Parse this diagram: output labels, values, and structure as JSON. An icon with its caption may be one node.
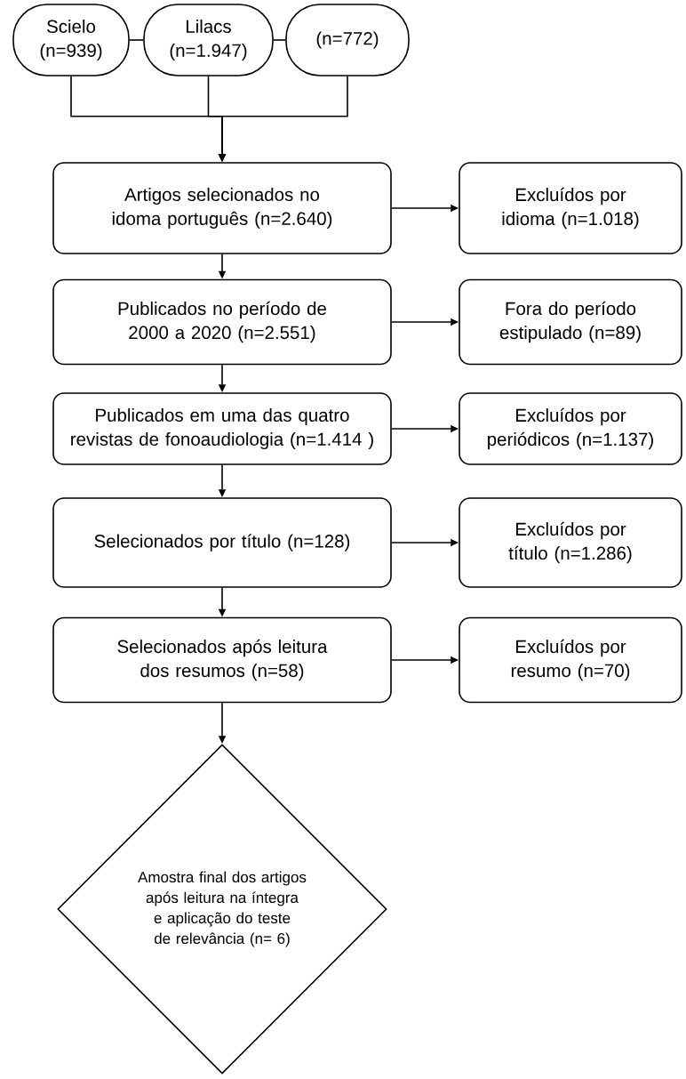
{
  "diagram": {
    "nodes": [
      {
        "text": [
          "Scielo (n=939)"
        ]
      },
      {
        "text": [
          "Lilacs (n=1.947)"
        ]
      },
      {
        "text": [
          "(n=772)"
        ]
      },
      {
        "text": [
          "Artigos selecionados no idoma português (n=2.640)"
        ]
      },
      {
        "text": [
          "Excluídos por idioma (n=1.018)"
        ]
      },
      {
        "text": [
          "Publicados no período de 2000 a 2020 (n=2.551)"
        ]
      },
      {
        "text": [
          "Fora do período estipulado (n=89)"
        ]
      },
      {
        "text": [
          "Publicados em uma das quatro revistas de fonoaudiologia (n=1.414 )"
        ]
      },
      {
        "text": [
          "Excluídos por periódicos (n=1.137)"
        ]
      },
      {
        "text": [
          "Selecionados por título (n=128)"
        ]
      },
      {
        "text": [
          "Excluídos por título (n=1.286)"
        ]
      },
      {
        "text": [
          "Selecionados após leitura dos resumos (n=58)"
        ]
      },
      {
        "text": [
          "Excluídos por resumo (n=70)"
        ]
      },
      {
        "text": [
          "Amostra final dos artigos após leitura na íntegra e aplicação do teste de relevância (n= 6)"
        ]
      }
    ],
    "edges": [
      {
        "from": 0,
        "to": 1,
        "arrow": "none"
      },
      {
        "from": 1,
        "to": 2,
        "arrow": "none"
      },
      {
        "from": 0,
        "to": 3,
        "arrow": "to"
      },
      {
        "from": 1,
        "to": 3,
        "arrow": "to"
      },
      {
        "from": 2,
        "to": 3,
        "arrow": "to"
      },
      {
        "from": 3,
        "to": 4,
        "arrow": "to"
      },
      {
        "from": 3,
        "to": 5,
        "arrow": "to"
      },
      {
        "from": 5,
        "to": 6,
        "arrow": "to"
      },
      {
        "from": 5,
        "to": 7,
        "arrow": "to"
      },
      {
        "from": 7,
        "to": 8,
        "arrow": "to"
      },
      {
        "from": 7,
        "to": 9,
        "arrow": "to"
      },
      {
        "from": 9,
        "to": 10,
        "arrow": "to"
      },
      {
        "from": 9,
        "to": 11,
        "arrow": "to"
      },
      {
        "from": 11,
        "to": 12,
        "arrow": "to"
      },
      {
        "from": 11,
        "to": 13,
        "arrow": "to"
      }
    ]
  }
}
